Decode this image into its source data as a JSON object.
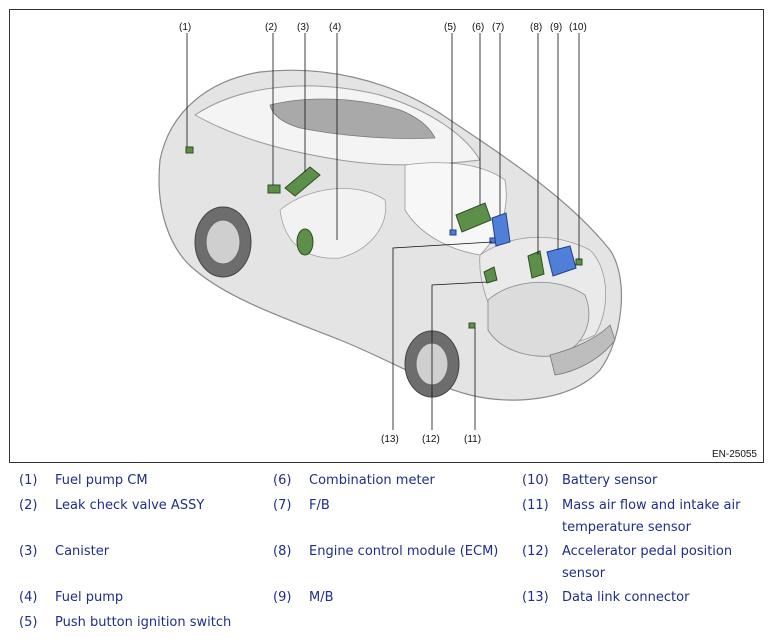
{
  "figure_code": "EN-25055",
  "callouts": [
    "(1)",
    "(2)",
    "(3)",
    "(4)",
    "(5)",
    "(6)",
    "(7)",
    "(8)",
    "(9)",
    "(10)",
    "(11)",
    "(12)",
    "(13)"
  ],
  "legend": [
    {
      "num": "(1)",
      "label": "Fuel pump CM"
    },
    {
      "num": "(2)",
      "label": "Leak check valve ASSY"
    },
    {
      "num": "(3)",
      "label": "Canister"
    },
    {
      "num": "(4)",
      "label": "Fuel pump"
    },
    {
      "num": "(5)",
      "label": "Push button ignition switch"
    },
    {
      "num": "(6)",
      "label": "Combination meter"
    },
    {
      "num": "(7)",
      "label": "F/B"
    },
    {
      "num": "(8)",
      "label": "Engine control module (ECM)"
    },
    {
      "num": "(9)",
      "label": "M/B"
    },
    {
      "num": "(10)",
      "label": "Battery sensor"
    },
    {
      "num": "(11)",
      "label": "Mass air flow and intake air temperature sensor"
    },
    {
      "num": "(12)",
      "label": "Accelerator pedal position sensor"
    },
    {
      "num": "(13)",
      "label": "Data link connector"
    }
  ],
  "colors": {
    "link": "#1f2d8a",
    "part_green": "#5b8f4a",
    "part_blue": "#4f7fd6",
    "car_gray": "#c9c9c9"
  }
}
